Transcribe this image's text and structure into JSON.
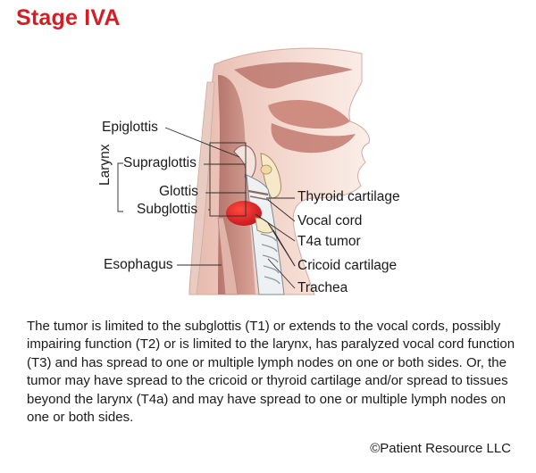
{
  "title": "Stage IVA",
  "labels": {
    "epiglottis": "Epiglottis",
    "larynx": "Larynx",
    "supraglottis": "Supraglottis",
    "glottis": "Glottis",
    "subglottis": "Subglottis",
    "esophagus": "Esophagus",
    "thyroid_cartilage": "Thyroid cartilage",
    "vocal_cord": "Vocal cord",
    "t4a_tumor": "T4a tumor",
    "cricoid_cartilage": "Cricoid cartilage",
    "trachea": "Trachea"
  },
  "description": "The tumor is limited to the subglottis (T1) or extends to the vocal cords, possibly impairing function (T2) or is limited to the larynx, has paralyzed vocal cord function (T3) and has spread to one or multiple lymph nodes on one or both sides. Or, the tumor may have spread to the cricoid or thyroid cartilage and/or spread to tissues beyond the larynx (T4a) and may have spread to one or multiple lymph nodes on one or both sides.",
  "copyright": "©Patient Resource LLC",
  "colors": {
    "title": "#d21f26",
    "tumor": "#e0232a",
    "tissue": "#c98f85",
    "skin": "#f2d7cd"
  }
}
